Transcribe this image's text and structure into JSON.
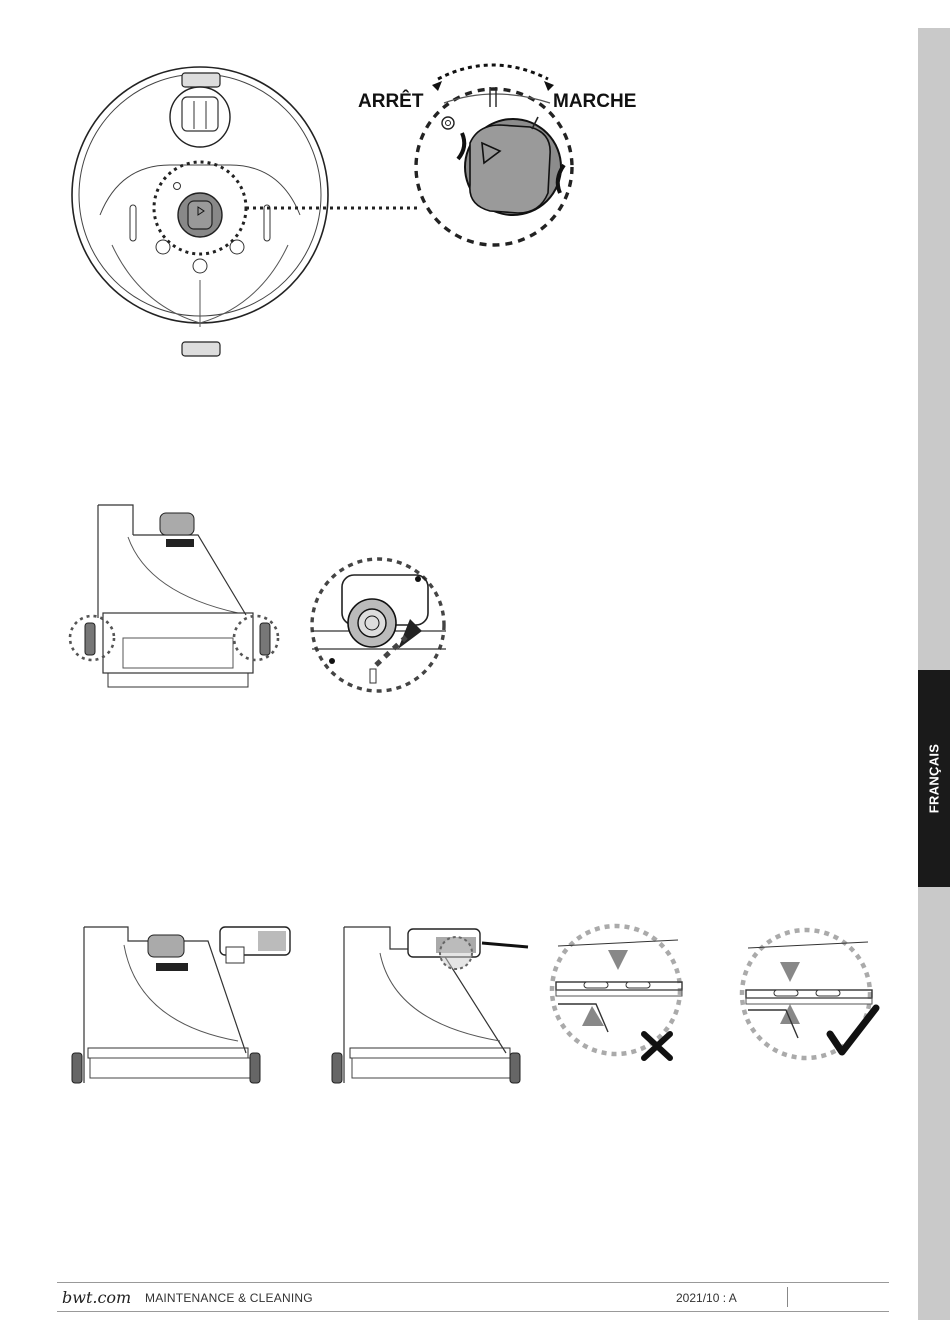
{
  "side_tab": {
    "label": "FRANÇAIS"
  },
  "figure_1": {
    "label_off": "ARRÊT",
    "label_on": "MARCHE"
  },
  "footer": {
    "logo": "bwt.com",
    "section": "MAINTENANCE & CLEANING",
    "date_rev": "2021/10 : A"
  },
  "colors": {
    "dark": "#1a1a1a",
    "tab_grey": "#c9c9c9",
    "knob_grey": "#8c8c8c",
    "arrow_grey": "#777777"
  }
}
